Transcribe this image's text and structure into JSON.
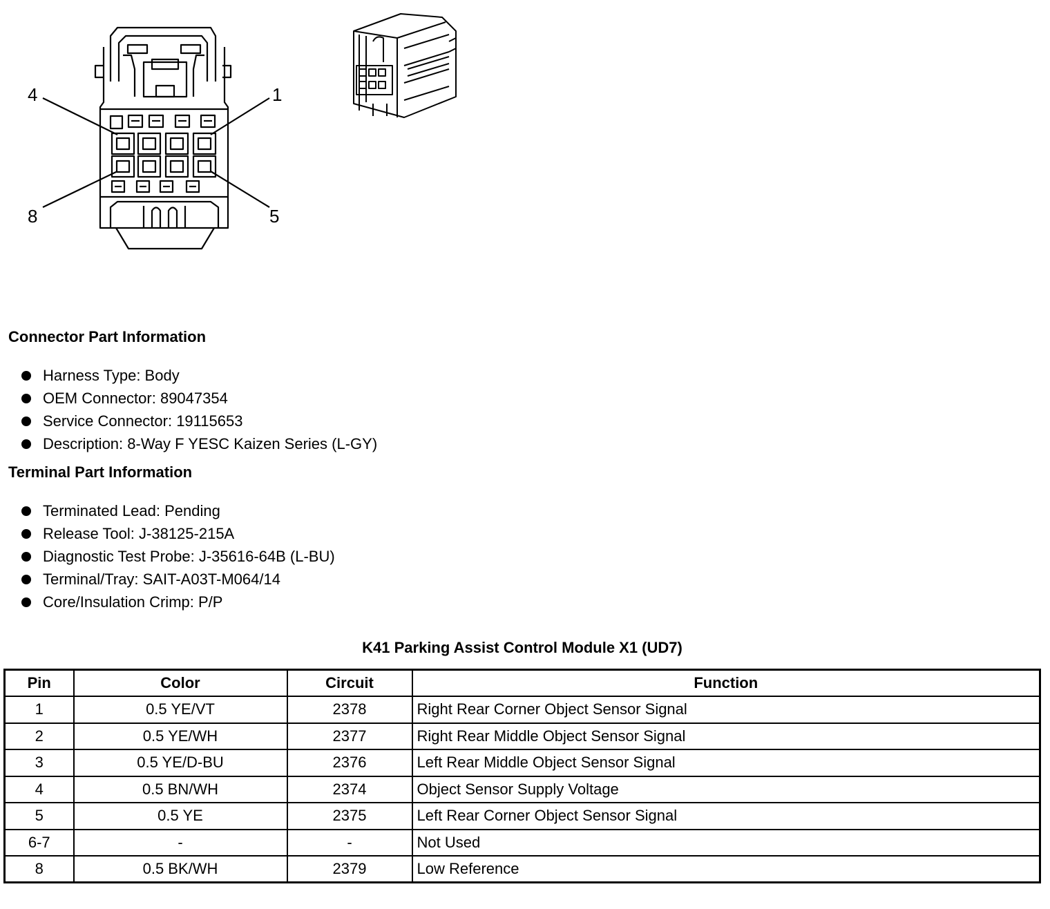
{
  "diagram": {
    "pin_callouts": [
      "4",
      "1",
      "8",
      "5"
    ]
  },
  "connector_info": {
    "title": "Connector Part Information",
    "items": [
      "Harness Type: Body",
      "OEM Connector: 89047354",
      "Service Connector: 19115653",
      "Description: 8-Way F YESC Kaizen Series (L-GY)"
    ]
  },
  "terminal_info": {
    "title": "Terminal Part Information",
    "items": [
      "Terminated Lead: Pending",
      "Release Tool: J-38125-215A",
      "Diagnostic Test Probe: J-35616-64B (L-BU)",
      "Terminal/Tray: SAIT-A03T-M064/14",
      "Core/Insulation Crimp: P/P"
    ]
  },
  "pin_table": {
    "title": "K41 Parking Assist Control Module X1 (UD7)",
    "headers": [
      "Pin",
      "Color",
      "Circuit",
      "Function"
    ],
    "rows": [
      [
        "1",
        "0.5 YE/VT",
        "2378",
        "Right Rear Corner Object Sensor Signal"
      ],
      [
        "2",
        "0.5 YE/WH",
        "2377",
        "Right Rear Middle Object Sensor Signal"
      ],
      [
        "3",
        "0.5 YE/D-BU",
        "2376",
        "Left Rear Middle Object Sensor Signal"
      ],
      [
        "4",
        "0.5 BN/WH",
        "2374",
        "Object Sensor Supply Voltage"
      ],
      [
        "5",
        "0.5 YE",
        "2375",
        "Left Rear Corner Object Sensor Signal"
      ],
      [
        "6-7",
        "-",
        "-",
        "Not Used"
      ],
      [
        "8",
        "0.5 BK/WH",
        "2379",
        "Low Reference"
      ]
    ]
  }
}
